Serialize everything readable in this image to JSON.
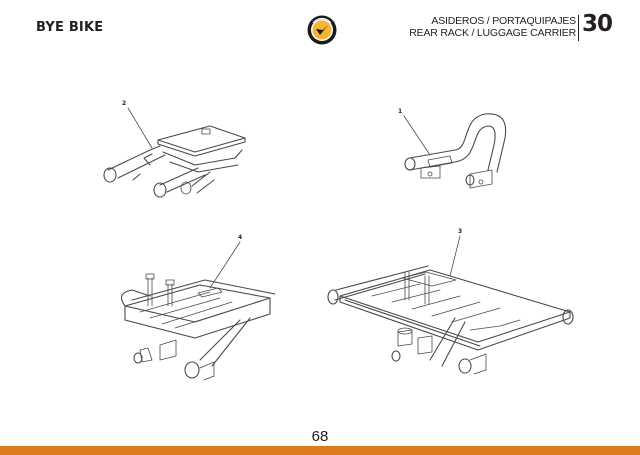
{
  "header": {
    "brand": "BYE BIKE",
    "title_es": "ASIDEROS / PORTAQUIPAJES",
    "title_en": "REAR RACK / LUGGAGE CARRIER",
    "section_number": "30"
  },
  "logo": {
    "icon": "bye-bike-logo-icon",
    "colors": {
      "ring": "#1a1a1a",
      "face": "#f2b632"
    }
  },
  "callouts": [
    "1",
    "2",
    "3",
    "4"
  ],
  "footer": {
    "page_number": "68",
    "bar_color": "#e07a1f"
  }
}
